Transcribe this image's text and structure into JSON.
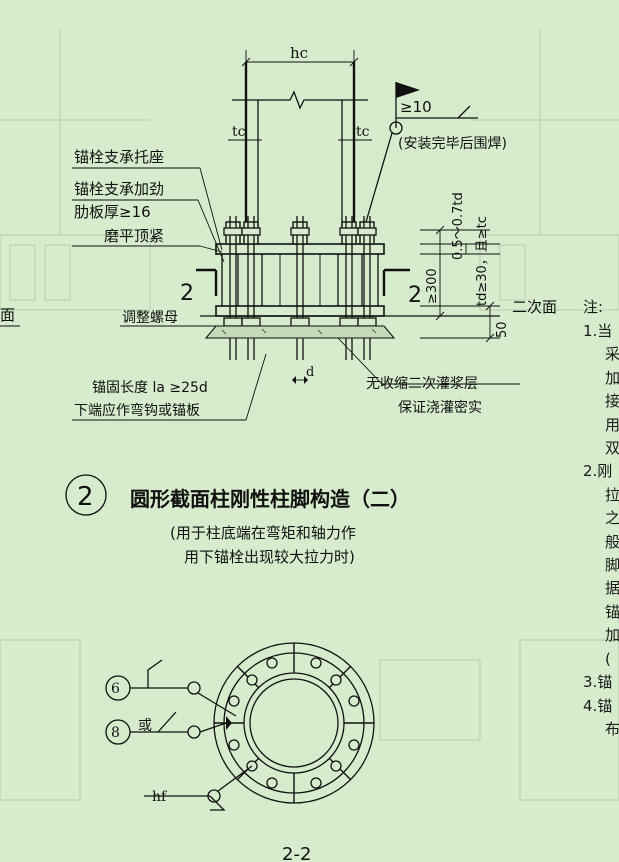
{
  "labels": {
    "hc": "hc",
    "tc_left": "tc",
    "tc_right": "tc",
    "weld_top": "≥10",
    "weld_note": "(安装完毕后围焊)",
    "bracket": "锚栓支承托座",
    "stiffener": "锚栓支承加劲",
    "rib_thickness": "肋板厚≥16",
    "grind": "磨平顶紧",
    "section_left": "2",
    "section_right": "2",
    "dim_td": "0.5～0.7td",
    "dim_td2": "td≥30，且≥tc",
    "dim_300": "≥300",
    "dim_50": "50",
    "second_pour": "二次面",
    "adjust_nut": "调整螺母",
    "anchor_length": "锚固长度 la ≥25d",
    "anchor_end": "下端应作弯钩或锚板",
    "grout_1": "无收缩二次灌浆层",
    "grout_2": "保证浇灌密实",
    "d_mark": "d",
    "weld_6": "6",
    "weld_8": "8",
    "or": "或",
    "hf": "hf",
    "page_number": "2-2"
  },
  "title": {
    "number": "2",
    "text": "圆形截面柱刚性柱脚构造（二）",
    "sub1": "(用于柱底端在弯矩和轴力作",
    "sub2": "用下锚栓出现较大拉力时)"
  },
  "notes": {
    "header": "注:",
    "lines": [
      "1.当",
      "采",
      "加",
      "接",
      "用",
      "双",
      "2.刚",
      "拉",
      "之",
      "般",
      "脚",
      "据",
      "锚",
      "加",
      "(",
      "3.锚",
      "4.锚",
      "布"
    ]
  },
  "edge_text": {
    "left_face": "面"
  }
}
